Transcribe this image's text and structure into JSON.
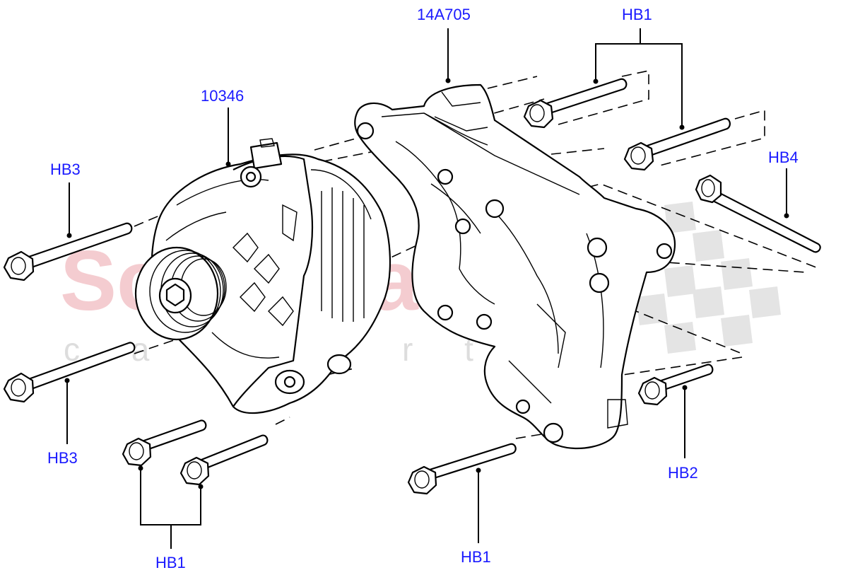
{
  "watermark": {
    "main": "Scuderia",
    "sub": "c a r p a r t s",
    "color": "#f3c4c8"
  },
  "labels": {
    "bracket": "14A705",
    "alternator": "10346",
    "hb1_top": "HB1",
    "hb3_top": "HB3",
    "hb4": "HB4",
    "hb3_bottom": "HB3",
    "hb2": "HB2",
    "hb1_bottom_left": "HB1",
    "hb1_bottom_mid": "HB1"
  },
  "colors": {
    "label": "#1a1aff",
    "line": "#000000"
  }
}
